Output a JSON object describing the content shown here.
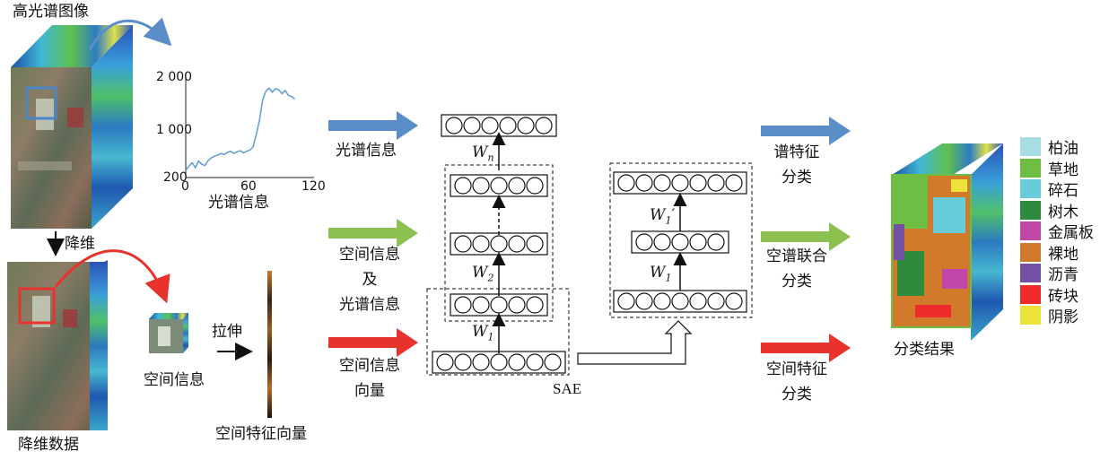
{
  "labels": {
    "hyperspectral_image": "高光谱图像",
    "dim_reduce": "降维",
    "reduced_data": "降维数据",
    "spectral_info_plot": "光谱信息",
    "spatial_info_patch": "空间信息",
    "stretch": "拉伸",
    "spatial_feature_vector": "空间特征向量",
    "arrow_spectral": "光谱信息",
    "arrow_joint_l1": "空间信息",
    "arrow_joint_l2": "及",
    "arrow_joint_l3": "光谱信息",
    "arrow_spatial_l1": "空间信息",
    "arrow_spatial_l2": "向量",
    "sae": "SAE",
    "out_spectral_l1": "谱特征",
    "out_spectral_l2": "分类",
    "out_joint_l1": "空谱联合",
    "out_joint_l2": "分类",
    "out_spatial_l1": "空间特征",
    "out_spatial_l2": "分类",
    "result": "分类结果",
    "weights": {
      "wn": "W",
      "wn_sub": "n",
      "w2": "W",
      "w2_sub": "2",
      "w1": "W",
      "w1_sub": "1",
      "w1b": "W",
      "w1b_sub": "1",
      "w1p": "W",
      "w1p_sub": "1",
      "w1p_prime": "′"
    }
  },
  "chart_data": {
    "type": "line",
    "xlim": [
      0,
      120
    ],
    "ylim": [
      200,
      2000
    ],
    "xticks": [
      "0",
      "60",
      "120"
    ],
    "yticks": [
      "2 000",
      "1 000",
      "200"
    ],
    "x": [
      0,
      3,
      6,
      9,
      12,
      15,
      18,
      21,
      24,
      27,
      30,
      33,
      36,
      39,
      42,
      45,
      48,
      51,
      54,
      57,
      60,
      63,
      66,
      69,
      72,
      75,
      78,
      81,
      84,
      87,
      90,
      93,
      96,
      99,
      102
    ],
    "y": [
      330,
      410,
      470,
      380,
      500,
      440,
      420,
      510,
      560,
      590,
      610,
      640,
      620,
      660,
      680,
      640,
      670,
      690,
      650,
      680,
      700,
      760,
      980,
      1250,
      1620,
      1780,
      1830,
      1760,
      1820,
      1800,
      1730,
      1790,
      1700,
      1680,
      1630
    ]
  },
  "legend": [
    {
      "label": "柏油",
      "color": "#a8dde4"
    },
    {
      "label": "草地",
      "color": "#6ebe44"
    },
    {
      "label": "碎石",
      "color": "#68cdd8"
    },
    {
      "label": "树木",
      "color": "#2e8b3e"
    },
    {
      "label": "金属板",
      "color": "#c046a8"
    },
    {
      "label": "裸地",
      "color": "#d27a2b"
    },
    {
      "label": "沥青",
      "color": "#7450a4"
    },
    {
      "label": "砖块",
      "color": "#ee2a2a"
    },
    {
      "label": "阴影",
      "color": "#ece23a"
    }
  ],
  "colors": {
    "blue_arrow": "#5b8ec9",
    "green_arrow": "#8cc152",
    "red_arrow": "#e7332c"
  }
}
